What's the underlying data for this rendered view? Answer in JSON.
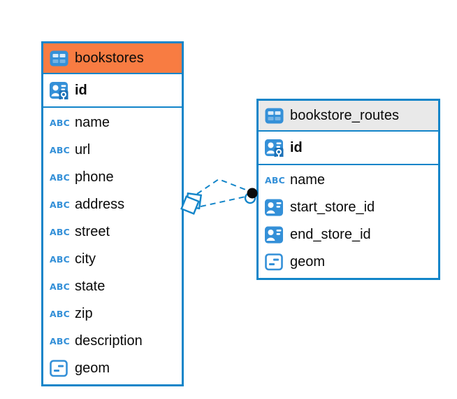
{
  "diagram_type": "database-er-diagram",
  "icons": {
    "text_type_label": "ABC",
    "table_icon": "table-grid-icon",
    "primary_key_icon": "person-with-key-icon",
    "foreign_key_icon": "person-id-card-icon",
    "geometry_icon": "box-with-dashes-icon"
  },
  "colors": {
    "table-border": "#1385C9",
    "connector-blue": "#1385C9",
    "header-orange": "#F87C42",
    "header-gray": "#E9E9E9",
    "icon-blue": "#3490D8",
    "icon-key-patch": "#1D72B8",
    "endpoint-black": "#0A0A0A",
    "text": "#0A0A0A",
    "background": "#FFFFFF"
  },
  "diagram": {
    "tables": [
      {
        "name": "bookstores",
        "header_color": "orange",
        "primary_key": "id",
        "columns": [
          {
            "name": "name",
            "type_icon": "text"
          },
          {
            "name": "url",
            "type_icon": "text"
          },
          {
            "name": "phone",
            "type_icon": "text"
          },
          {
            "name": "address",
            "type_icon": "text"
          },
          {
            "name": "street",
            "type_icon": "text"
          },
          {
            "name": "city",
            "type_icon": "text"
          },
          {
            "name": "state",
            "type_icon": "text"
          },
          {
            "name": "zip",
            "type_icon": "text"
          },
          {
            "name": "description",
            "type_icon": "text"
          },
          {
            "name": "geom",
            "type_icon": "geometry"
          }
        ]
      },
      {
        "name": "bookstore_routes",
        "header_color": "gray",
        "primary_key": "id",
        "columns": [
          {
            "name": "name",
            "type_icon": "text"
          },
          {
            "name": "start_store_id",
            "type_icon": "foreign-key"
          },
          {
            "name": "end_store_id",
            "type_icon": "foreign-key"
          },
          {
            "name": "geom",
            "type_icon": "geometry"
          }
        ]
      }
    ],
    "relationship": {
      "from_table": "bookstores",
      "to_table": "bookstore_routes",
      "line_style": "dashed",
      "line_count": 2,
      "from_marker": "stacked-squares",
      "to_marker": "filled-dot"
    }
  }
}
